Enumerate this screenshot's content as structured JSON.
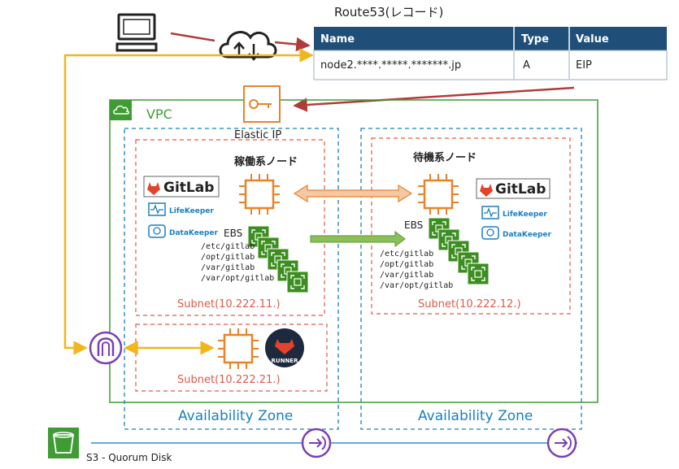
{
  "route53": {
    "title": "Route53(レコード)",
    "columns": [
      "Name",
      "Type",
      "Value"
    ],
    "row": [
      "node2.****.*****.*******.jp",
      "A",
      "EIP"
    ]
  },
  "vpc_label": "VPC",
  "elastic_ip_label": "Elastic IP",
  "active_node": {
    "title": "稼働系ノード",
    "ebs_label": "EBS",
    "paths": [
      "/etc/gitlab",
      "/opt/gitlab",
      "/var/gitlab",
      "/var/opt/gitlab"
    ],
    "subnet": "Subnet(10.222.11.)"
  },
  "standby_node": {
    "title": "待機系ノード",
    "ebs_label": "EBS",
    "paths": [
      "/etc/gitlab",
      "/opt/gitlab",
      "/var/gitlab",
      "/var/opt/gitlab"
    ],
    "subnet": "Subnet(10.222.12.)"
  },
  "runner_subnet": "Subnet(10.222.21.)",
  "runner_badge": "RUNNER",
  "gitlab_label": "GitLab",
  "lifekeeper_label": "LifeKeeper",
  "datakeeper_label": "DataKeeper",
  "availability_zone_label": "Availability Zone",
  "s3_label": "S3 - Quorum Disk",
  "colors": {
    "route53_header": "#1f4e79",
    "vpc_green": "#3f9c35",
    "az_blue": "#1a7fc1",
    "subnet_red": "#e05a4a",
    "orange": "#e8832a",
    "ebs_green": "#3b8e1f",
    "gateway_purple": "#7a3fb5",
    "arrow_red": "#b13b3b",
    "arrow_yellow": "#f2b61d"
  }
}
